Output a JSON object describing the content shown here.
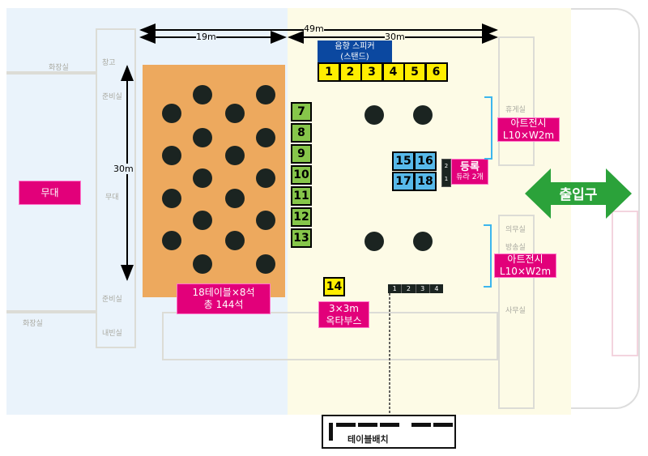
{
  "dimensions": {
    "total_width": "49m",
    "left_width": "19m",
    "right_width": "30m",
    "depth": "30m"
  },
  "stage": {
    "label": "무대"
  },
  "seating": {
    "line1": "18테이블×8석",
    "line2": "총 144석",
    "table_count": 18
  },
  "speaker": {
    "line1": "음향 스피커",
    "line2": "(스탠드)"
  },
  "booths_top": [
    "1",
    "2",
    "3",
    "4",
    "5",
    "6"
  ],
  "booths_left": [
    "7",
    "8",
    "9",
    "10",
    "11",
    "12",
    "13"
  ],
  "booth_14": "14",
  "booth_14_label": {
    "line1": "3×3m",
    "line2": "옥타부스"
  },
  "booths_center": [
    "15",
    "16",
    "17",
    "18"
  ],
  "registration": {
    "title": "등록",
    "sub": "듀라 2개",
    "tables": [
      "2",
      "1"
    ]
  },
  "art_exhibits": [
    {
      "line1": "아트전시",
      "line2": "L10×W2m"
    },
    {
      "line1": "아트전시",
      "line2": "L10×W2m"
    }
  ],
  "entrance": {
    "label": "출입구"
  },
  "table_bar": [
    "1",
    "2",
    "3",
    "4"
  ],
  "table_layout": {
    "label": "테이블배치"
  },
  "rooms": [
    "화장실",
    "창고",
    "준비실",
    "무대",
    "준비실",
    "화장실",
    "내빈실",
    "휴게실",
    "의무실",
    "방송실",
    "사무실"
  ],
  "colors": {
    "pink": "#e2007a",
    "orange": "#eda95e",
    "yellow": "#ffee00",
    "green": "#86c64a",
    "blue": "#57b9ea",
    "exit": "#2ba23a"
  }
}
